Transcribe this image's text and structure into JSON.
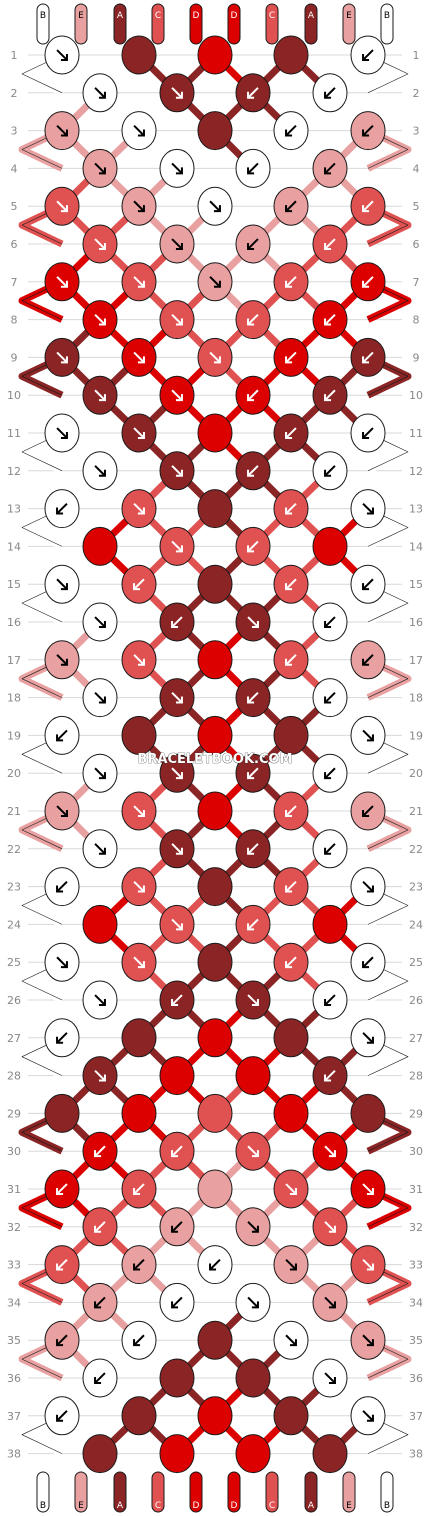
{
  "watermark": "BRACELETBOOK.COM",
  "strings": {
    "top": [
      "B",
      "E",
      "A",
      "C",
      "D",
      "D",
      "C",
      "A",
      "E",
      "B"
    ],
    "bottom": [
      "B",
      "E",
      "A",
      "C",
      "D",
      "D",
      "C",
      "A",
      "E",
      "B"
    ]
  },
  "colors": {
    "A": "#8b2525",
    "B": "#ffffff",
    "C": "#e05252",
    "D": "#dd0000",
    "E": "#e8a0a0",
    "outline": "#1a1a1a",
    "grid": "#d8d8d8",
    "label": "#888888"
  },
  "rows": [
    "BBBBDDBBBB",
    "BBBBBBBBBB",
    "BBBBBBBBBB",
    "BBBBBBBBBB",
    "BBBBBBBBBB",
    "BBBBBBBBBB",
    "BBBBBBBBBB",
    "BBBBBBBBBB",
    "BBBBBBBBBB",
    "BBBBBBBBBB",
    "BBBBBBBBBB",
    "BBBBBBBBBB",
    "BBBBBBBBBB",
    "BBBBBBBBBB",
    "BBBBBBBBBB",
    "BBBBBBBBBB",
    "BBBBBBBBBB",
    "BBBBBBBBBB",
    "BBBBBBBBBB",
    "BBBBBBBBBB",
    "BBBBBBBBBB",
    "BBBBBBBBBB",
    "BBBBBBBBBB",
    "BBBBBBBBBB",
    "BBBBBBBBBB",
    "BBBBBBBBBB",
    "BBBBBBBBBB",
    "BBBBBBBBBB",
    "BBBBBBBBBB",
    "BBBBBBBBBB",
    "BBBBBBBBBB",
    "BBBBBBBBBB",
    "BBBBBBBBBB",
    "BBBBBBBBBB",
    "BBBBBBBBBB",
    "BBBBBBBBBB",
    "BBBBBBBBBB",
    "BBBBBBBBBB"
  ],
  "knots": [
    [
      "B:d",
      "A:s",
      "D:s",
      "A:s",
      "B:f"
    ],
    [
      "B:d",
      "A:d",
      "A:f",
      "B:f"
    ],
    [
      "E:d",
      "B:d",
      "A:s",
      "B:f",
      "E:f"
    ],
    [
      "E:d",
      "B:d",
      "B:f",
      "E:f"
    ],
    [
      "C:d",
      "E:d",
      "B:d",
      "E:f",
      "C:f"
    ],
    [
      "C:d",
      "E:d",
      "E:f",
      "C:f"
    ],
    [
      "D:d",
      "C:d",
      "E:d",
      "C:f",
      "D:f"
    ],
    [
      "D:d",
      "C:d",
      "C:f",
      "D:f"
    ],
    [
      "A:d",
      "D:d",
      "C:d",
      "D:f",
      "A:f"
    ],
    [
      "A:d",
      "D:d",
      "D:f",
      "A:f"
    ],
    [
      "B:d",
      "A:d",
      "D:s",
      "A:f",
      "B:f"
    ],
    [
      "B:bd",
      "A:d",
      "A:f",
      "B:bf"
    ],
    [
      "B:f",
      "C:d",
      "A:s",
      "C:f",
      "B:d"
    ],
    [
      "D:s",
      "C:bd",
      "C:bf",
      "D:s"
    ],
    [
      "B:d",
      "C:f",
      "A:s",
      "C:bf",
      "B:f"
    ],
    [
      "B:bd",
      "A:f",
      "A:d",
      "B:bf"
    ],
    [
      "E:bd",
      "C:bd",
      "D:s",
      "C:bf",
      "E:bf"
    ],
    [
      "B:bd",
      "A:d",
      "A:f",
      "B:bf"
    ],
    [
      "B:bf",
      "A:s",
      "D:s",
      "A:s",
      "B:bd"
    ],
    [
      "B:bd",
      "A:d",
      "A:f",
      "B:bf"
    ],
    [
      "E:bd",
      "C:bd",
      "D:s",
      "C:bf",
      "E:bf"
    ],
    [
      "B:bd",
      "A:d",
      "A:f",
      "B:bf"
    ],
    [
      "B:f",
      "C:d",
      "A:s",
      "C:f",
      "B:d"
    ],
    [
      "D:s",
      "C:bd",
      "C:bf",
      "D:s"
    ],
    [
      "B:d",
      "C:d",
      "A:s",
      "C:bf",
      "B:f"
    ],
    [
      "B:bd",
      "A:f",
      "A:d",
      "B:bf"
    ],
    [
      "B:f",
      "A:s",
      "D:s",
      "A:s",
      "B:d"
    ],
    [
      "A:d",
      "D:s",
      "D:s",
      "A:f"
    ],
    [
      "A:s",
      "D:s",
      "C:s",
      "D:s",
      "A:s"
    ],
    [
      "D:f",
      "C:f",
      "C:d",
      "D:d"
    ],
    [
      "D:f",
      "C:f",
      "E:s",
      "C:d",
      "D:d"
    ],
    [
      "C:f",
      "E:f",
      "E:d",
      "C:d"
    ],
    [
      "C:f",
      "E:f",
      "B:f",
      "E:d",
      "C:d"
    ],
    [
      "E:f",
      "B:f",
      "B:d",
      "E:d"
    ],
    [
      "E:f",
      "B:f",
      "A:s",
      "B:d",
      "E:d"
    ],
    [
      "B:f",
      "A:s",
      "A:s",
      "B:d"
    ],
    [
      "B:f",
      "A:s",
      "D:s",
      "A:s",
      "B:d"
    ],
    [
      "A:s",
      "D:s",
      "D:s",
      "A:s"
    ]
  ],
  "row_numbers": [
    "1",
    "2",
    "3",
    "4",
    "5",
    "6",
    "7",
    "8",
    "9",
    "10",
    "11",
    "12",
    "13",
    "14",
    "15",
    "16",
    "17",
    "18",
    "19",
    "20",
    "21",
    "22",
    "23",
    "24",
    "25",
    "26",
    "27",
    "28",
    "29",
    "30",
    "31",
    "32",
    "33",
    "34",
    "35",
    "36",
    "37",
    "38"
  ]
}
